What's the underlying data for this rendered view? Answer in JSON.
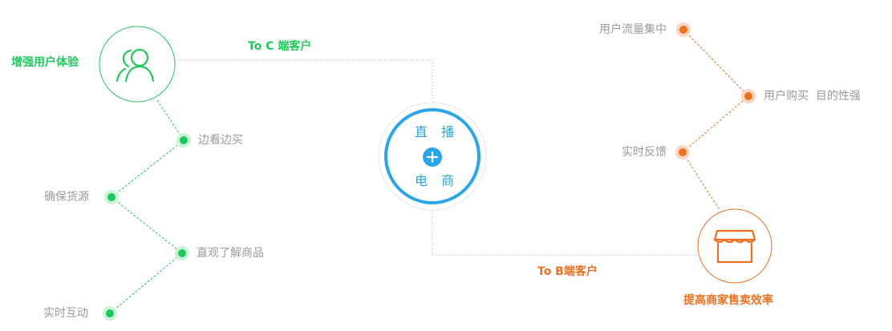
{
  "center": {
    "top_label": "直 播",
    "bottom_label": "电 商",
    "plus_icon": "plus-icon"
  },
  "left": {
    "hub_label": "增强用户体验",
    "hub_icon": "users-icon",
    "connector_label": "To C 端客户",
    "items": [
      "边看边买",
      "确保货源",
      "直观了解商品",
      "实时互动"
    ]
  },
  "right": {
    "hub_label": "提高商家售卖效率",
    "hub_icon": "storefront-icon",
    "connector_label": "To B端客户",
    "items": [
      "用户流量集中",
      "用户购买  目的性强",
      "实时反馈"
    ]
  },
  "colors": {
    "green": "#1ec95a",
    "orange": "#f07020",
    "blue": "#29a6e9",
    "gray": "#9a9a9a"
  }
}
